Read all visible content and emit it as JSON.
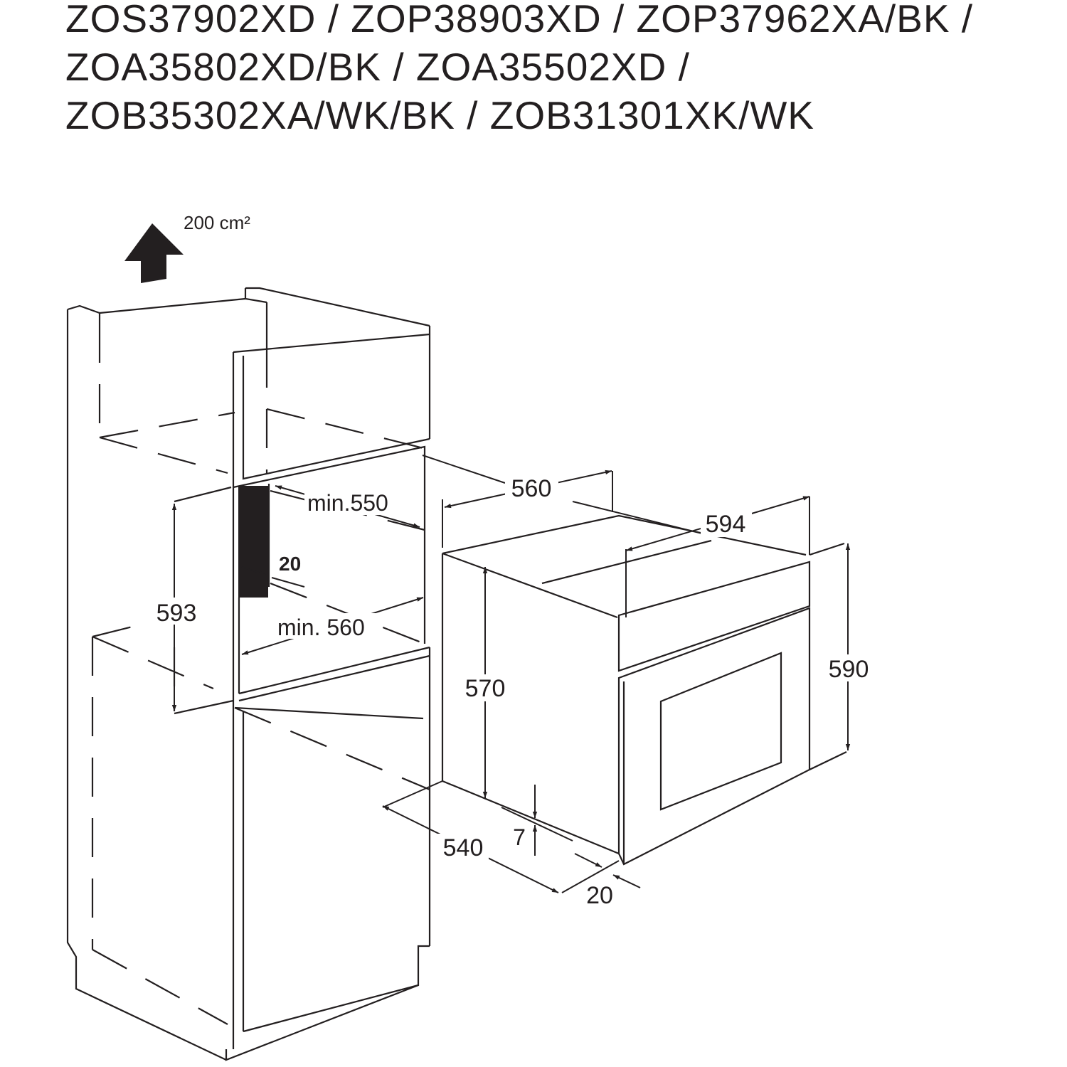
{
  "title": {
    "line1": "ZOS37902XD / ZOP38903XD / ZOP37962XA/BK /",
    "line2": "ZOA35802XD/BK / ZOA35502XD /",
    "line3": "ZOB35302XA/WK/BK / ZOB31301XK/WK"
  },
  "ventilation": {
    "label": "200 cm²",
    "icon": "up-arrow-icon"
  },
  "dimensions": {
    "cabinet_height": "593",
    "cabinet_min_depth": "min.550",
    "cabinet_min_width": "min. 560",
    "gap": "20",
    "oven_body_width": "560",
    "oven_front_width": "594",
    "oven_body_height": "570",
    "oven_front_height": "590",
    "oven_depth": "540",
    "bottom_offset": "7",
    "front_thickness": "20"
  }
}
